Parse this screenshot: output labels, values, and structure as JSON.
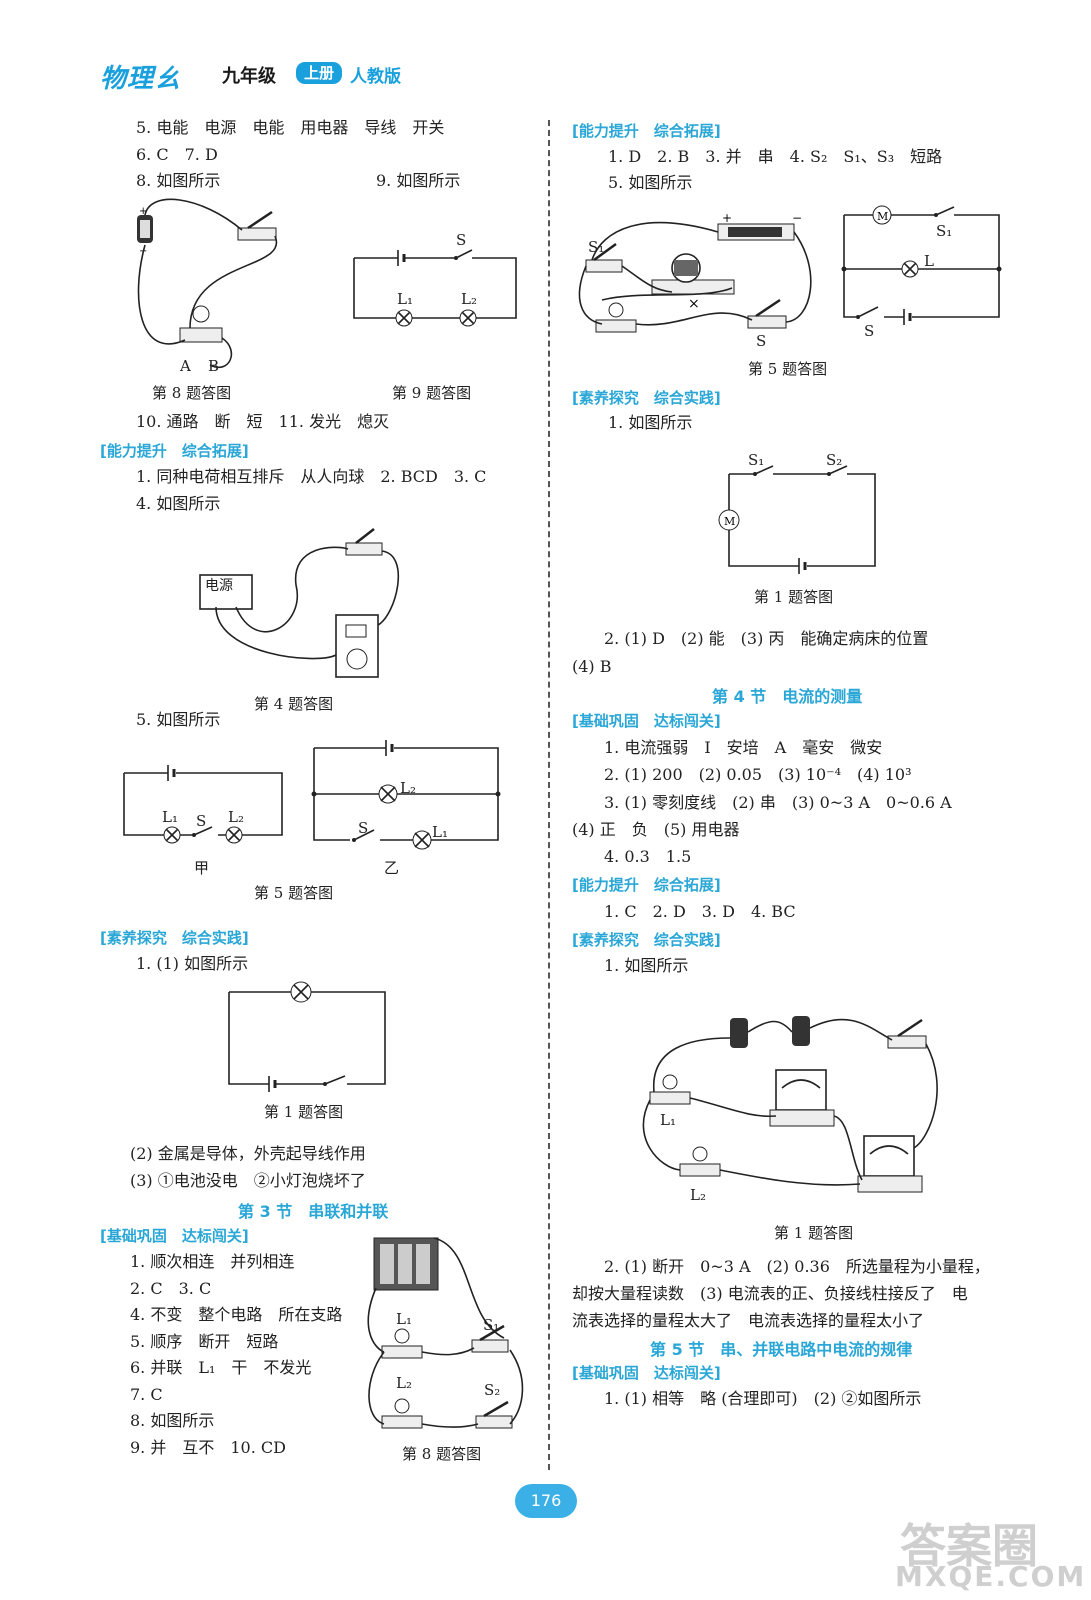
{
  "header": {
    "brand": "物理ㄠ",
    "grade": "九年级",
    "volume": "上册",
    "edition": "人教版"
  },
  "left": {
    "l1": "5. 电能　电源　电能　用电器　导线　开关",
    "l2": "6. C　7. D",
    "l3a": "8. 如图所示",
    "l3b": "9. 如图所示",
    "cap8": "第 8 题答图",
    "cap9": "第 9 题答图",
    "l4": "10. 通路　断　短　11. 发光　熄灭",
    "sec1": "[能力提升　综合拓展]",
    "l5": "1. 同种电荷相互排斥　从人向球　2. BCD　3. C",
    "l6": "4. 如图所示",
    "cap4": "第 4 题答图",
    "l7": "5. 如图所示",
    "cap5": "第 5 题答图",
    "jia": "甲",
    "yi": "乙",
    "sec2": "[素养探究　综合实践]",
    "l8": "1. (1) 如图所示",
    "cap1": "第 1 题答图",
    "l9": "(2) 金属是导体，外壳起导线作用",
    "l10": "(3) ①电池没电　②小灯泡烧坏了",
    "h3": "第 3 节　串联和并联",
    "sec3": "[基础巩固　达标闯关]",
    "q1": "1. 顺次相连　并列相连",
    "q2": "2. C　3. C",
    "q3": "4. 不变　整个电路　所在支路",
    "q4": "5. 顺序　断开　短路",
    "q5": "6. 并联　L₁　干　不发光",
    "q6": "7. C",
    "q7": "8. 如图所示",
    "q8": "9. 并　互不　10. CD",
    "cap8b": "第 8 题答图",
    "power_label": "电源"
  },
  "right": {
    "sec1": "[能力提升　综合拓展]",
    "l1": "1. D　2. B　3. 并　串　4. S₂　S₁、S₃　短路",
    "l2": "5. 如图所示",
    "cap5": "第 5 题答图",
    "sec2": "[素养探究　综合实践]",
    "l3": "1. 如图所示",
    "cap1": "第 1 题答图",
    "l4": "2. (1) D　(2) 能　(3) 丙　能确定病床的位置",
    "l5": "(4) B",
    "h4": "第 4 节　电流的测量",
    "sec3": "[基础巩固　达标闯关]",
    "l6": "1. 电流强弱　I　安培　A　毫安　微安",
    "l7": "2. (1) 200　(2) 0.05　(3) 10⁻⁴　(4) 10³",
    "l8": "3. (1) 零刻度线　(2) 串　(3) 0~3 A　0~0.6 A",
    "l9": "(4) 正　负　(5) 用电器",
    "l10": "4. 0.3　1.5",
    "sec4": "[能力提升　综合拓展]",
    "l11": "1. C　2. D　3. D　4. BC",
    "sec5": "[素养探究　综合实践]",
    "l12": "1. 如图所示",
    "cap1b": "第 1 题答图",
    "l13": "2. (1) 断开　0~3 A　(2) 0.36　所选量程为小量程，",
    "l14": "却按大量程读数　(3) 电流表的正、负接线柱接反了　电",
    "l15": "流表选择的量程太大了　电流表选择的量程太小了",
    "h5": "第 5 节　串、并联电路中电流的规律",
    "sec6": "[基础巩固　达标闯关]",
    "l16": "1. (1) 相等　略 (合理即可)　(2) ②如图所示"
  },
  "labels": {
    "S": "S",
    "S1": "S₁",
    "S2": "S₂",
    "L": "L",
    "L1": "L₁",
    "L2": "L₂",
    "M": "M",
    "A": "A",
    "B": "B"
  },
  "footer": {
    "page": "176",
    "watermark": "答案圈",
    "watermark_url": "MXQE.COM"
  }
}
